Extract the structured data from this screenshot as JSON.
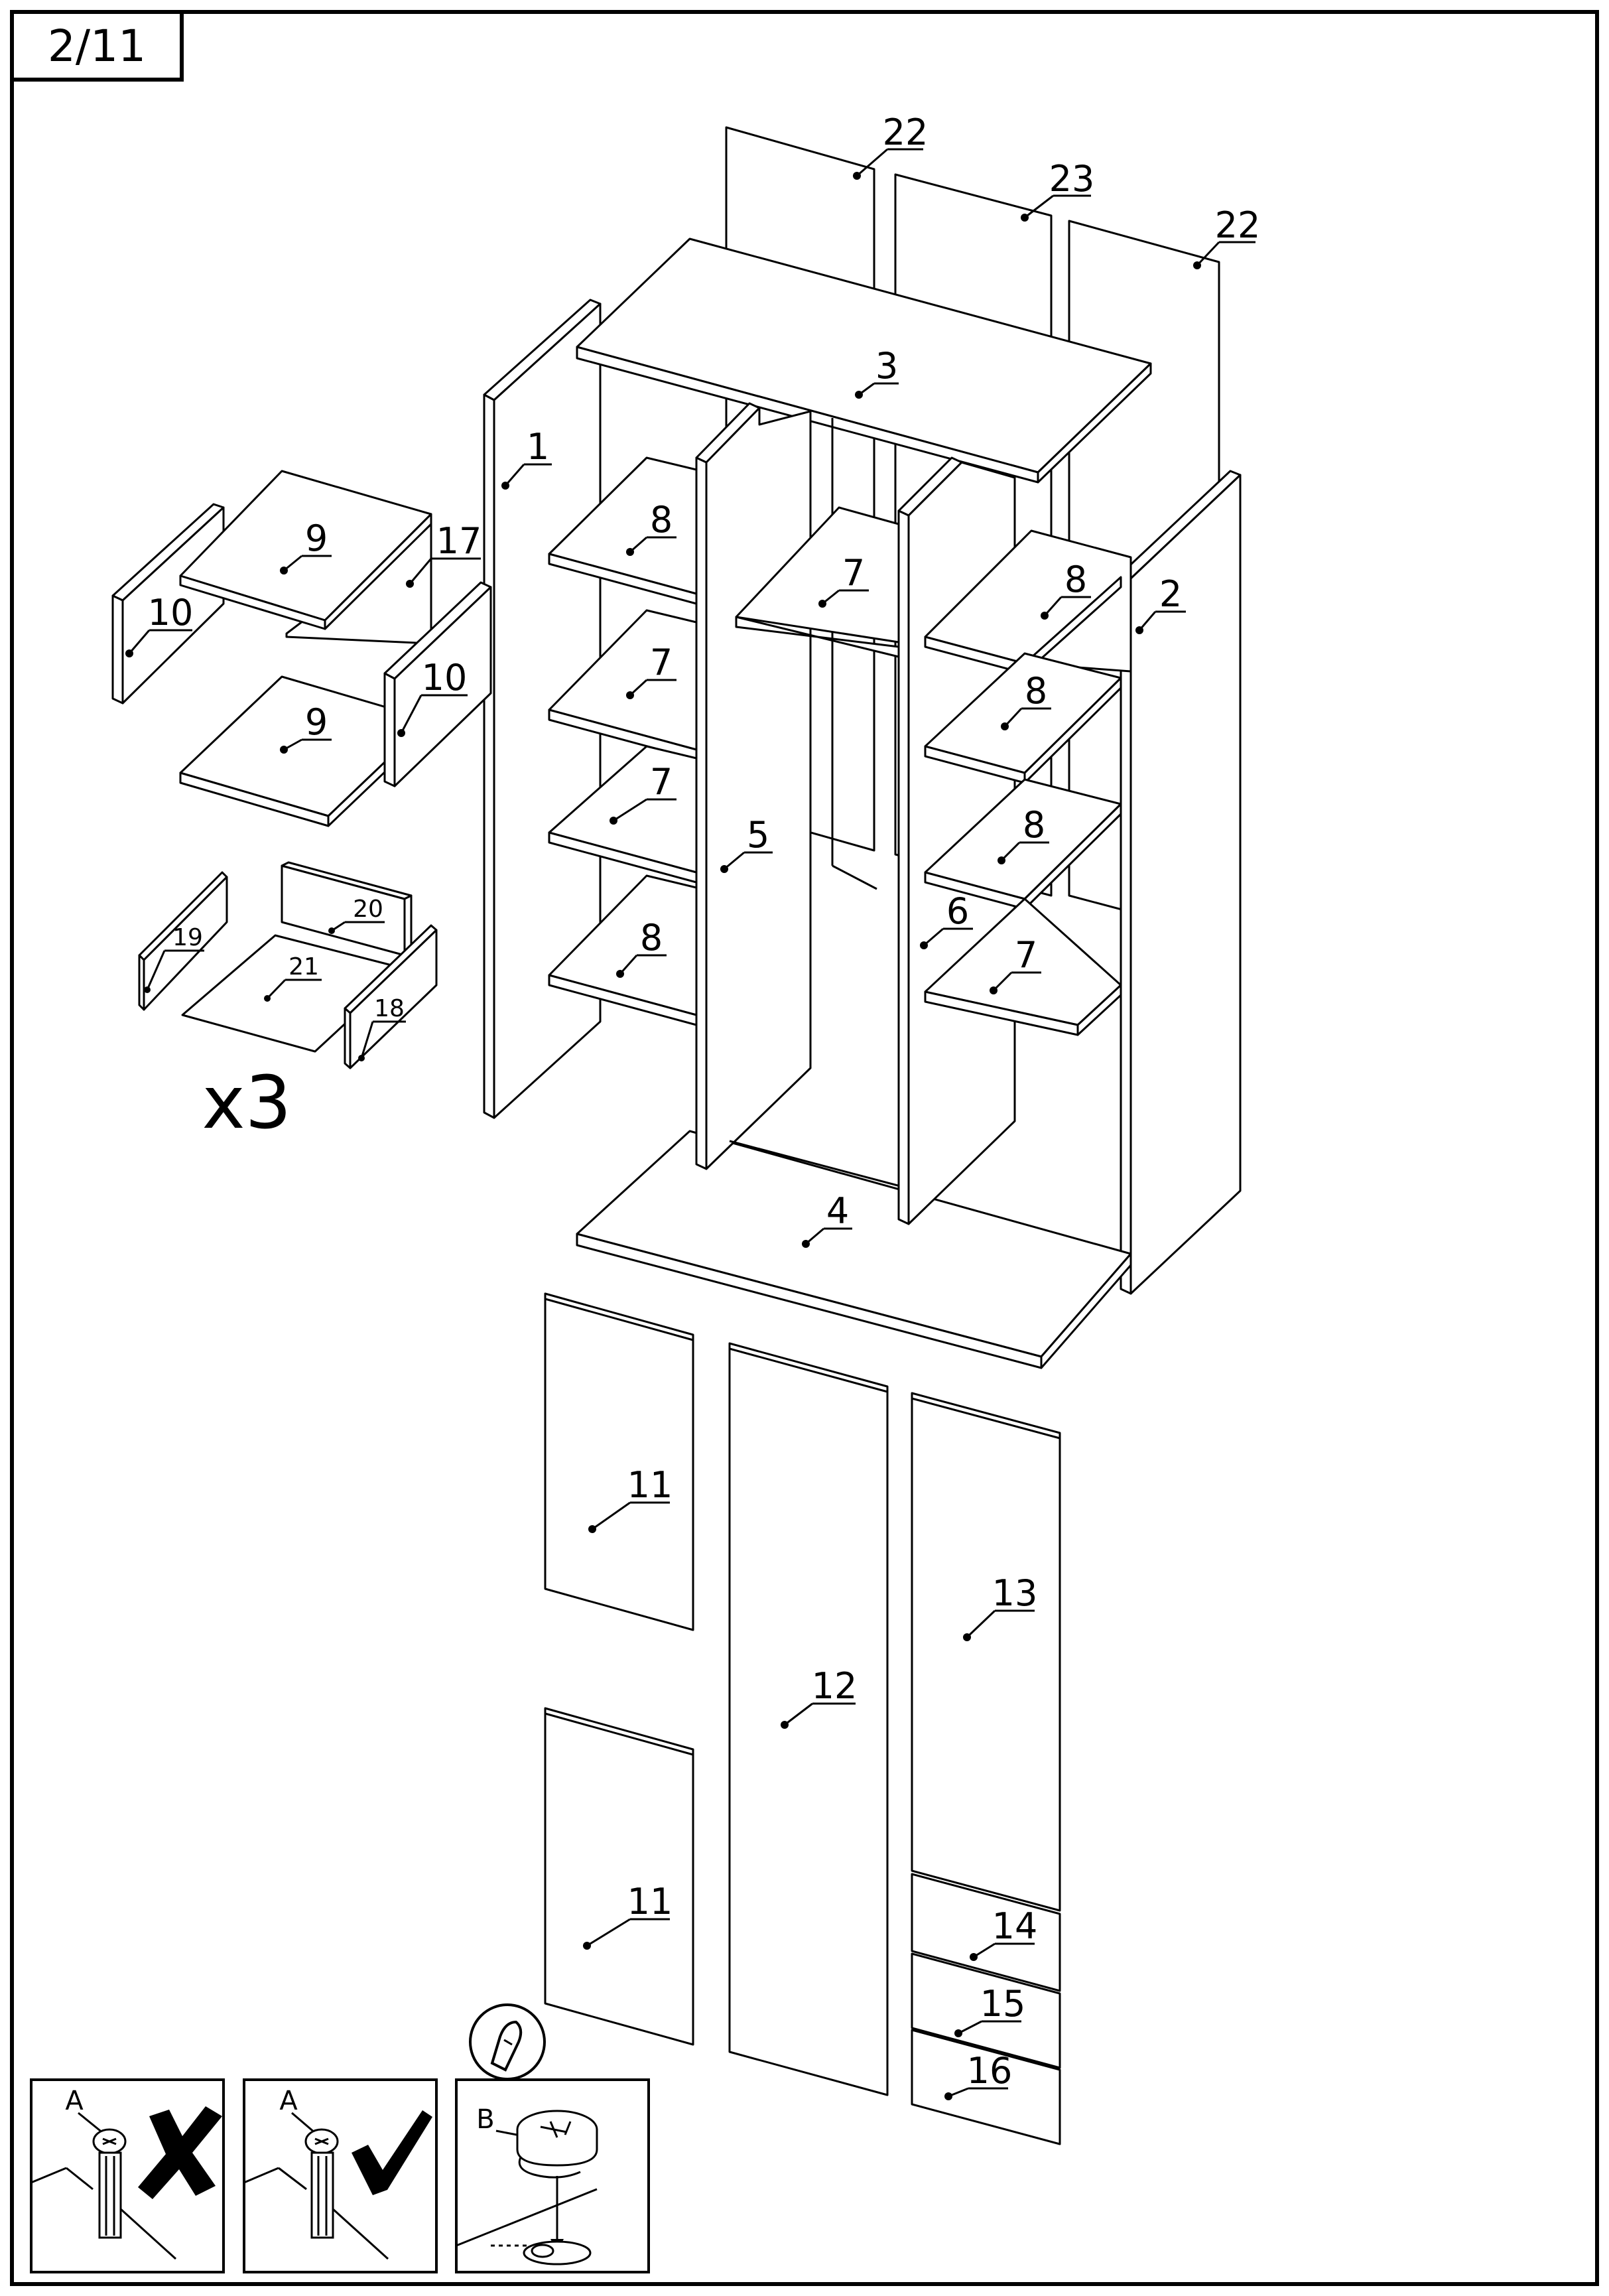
{
  "page": {
    "label": "2/11"
  },
  "parts": {
    "p1": "1",
    "p2": "2",
    "p3": "3",
    "p4": "4",
    "p5": "5",
    "p6": "6",
    "p7a": "7",
    "p7b": "7",
    "p7c": "7",
    "p7d": "7",
    "p8a": "8",
    "p8b": "8",
    "p8c": "8",
    "p8d": "8",
    "p8e": "8",
    "p9a": "9",
    "p9b": "9",
    "p10a": "10",
    "p10b": "10",
    "p11a": "11",
    "p11b": "11",
    "p12": "12",
    "p13": "13",
    "p14": "14",
    "p15": "15",
    "p16": "16",
    "p17": "17",
    "p18": "18",
    "p19": "19",
    "p20": "20",
    "p21": "21",
    "p22a": "22",
    "p22b": "22",
    "p23": "23"
  },
  "drawer_multiplier": "x3",
  "hardware": {
    "cam_bolt": "A",
    "cam_lock": "B"
  },
  "icons": {
    "wrong": "cross-icon",
    "right": "check-icon",
    "tool": "screwdriver-icon"
  }
}
